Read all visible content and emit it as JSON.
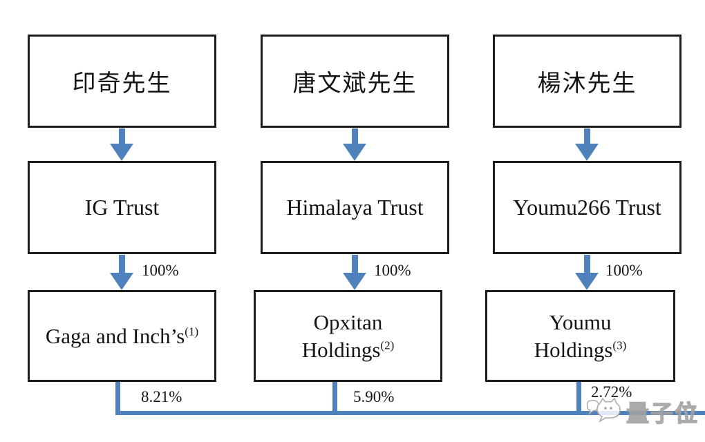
{
  "diagram": {
    "columns": [
      {
        "person": "印奇先生",
        "trust": "IG Trust",
        "trust_pct": "100%",
        "holding_line1": "Gaga and Inch’s",
        "holding_sup1": "(1)",
        "holding_line2": "",
        "holding_sup2": "",
        "bottom_pct": "8.21%"
      },
      {
        "person": "唐文斌先生",
        "trust": "Himalaya Trust",
        "trust_pct": "100%",
        "holding_line1": "Opxitan",
        "holding_sup1": "",
        "holding_line2": "Holdings",
        "holding_sup2": "(2)",
        "bottom_pct": "5.90%"
      },
      {
        "person": "楊沐先生",
        "trust": "Youmu266 Trust",
        "trust_pct": "100%",
        "holding_line1": "Youmu",
        "holding_sup1": "",
        "holding_line2": "Holdings",
        "holding_sup2": "(3)",
        "bottom_pct": "2.72%"
      }
    ],
    "watermark": "量子位",
    "colors": {
      "arrow": "#4f81bd",
      "border": "#1c1c1c"
    }
  }
}
